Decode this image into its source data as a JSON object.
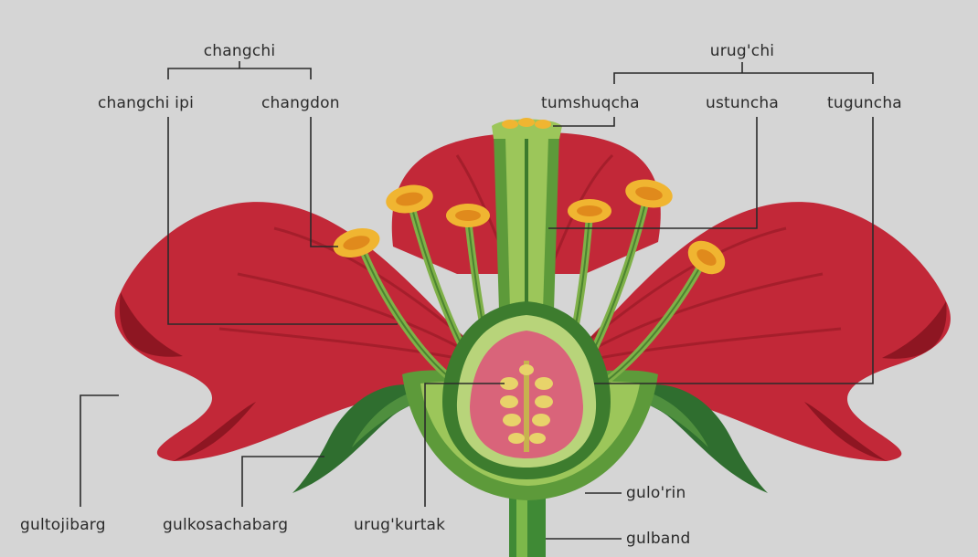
{
  "labels": {
    "changchi": "changchi",
    "changchi_ipi": "changchi ipi",
    "changdon": "changdon",
    "urugchi": "urug'chi",
    "tumshuqcha": "tumshuqcha",
    "ustuncha": "ustuncha",
    "tuguncha": "tuguncha",
    "gultojibarg": "gultojibarg",
    "gulkosachabarg": "gulkosachabarg",
    "urugkurtak": "urug'kurtak",
    "gulorin": "gulo'rin",
    "gulband": "gulband"
  },
  "colors": {
    "background": "#d5d5d5",
    "petal": "#c22838",
    "petal_dark": "#8e1622",
    "sepal": "#2f6e2f",
    "green_light": "#9cc65a",
    "green_mid": "#5d9a3a",
    "ovary_inner": "#d9647a",
    "ovule": "#e8d36a",
    "anther": "#f0b531",
    "leader_line": "#2b2b2b"
  }
}
